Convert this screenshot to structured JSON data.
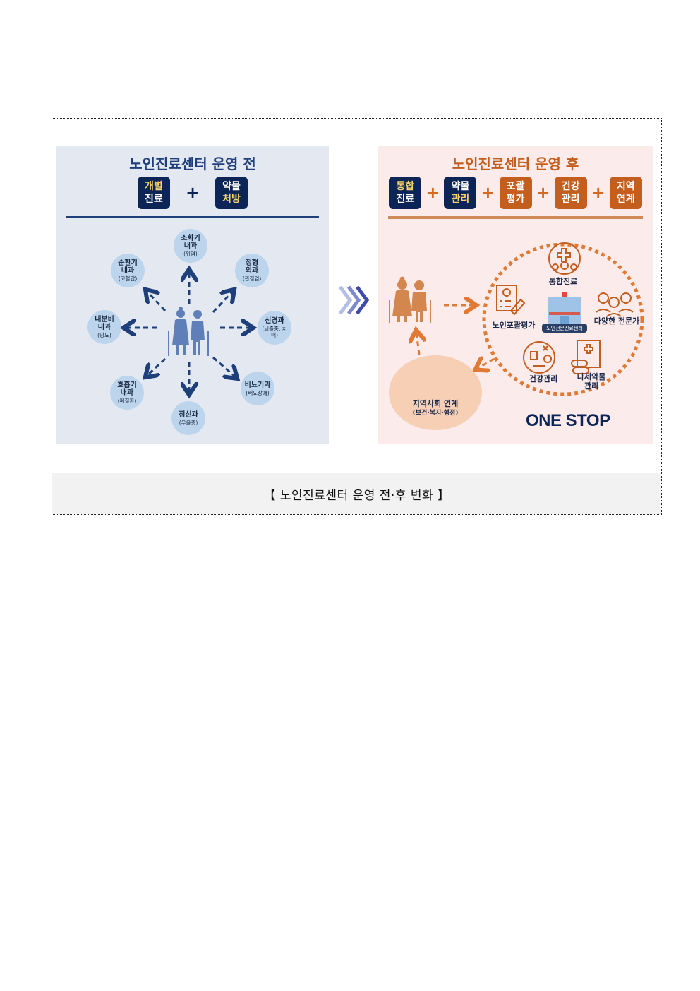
{
  "caption": "【 노인진료센터 운영 전·후 변화 】",
  "before": {
    "title": "노인진료센터 운영 전",
    "chips": [
      {
        "line1": "개별",
        "line2": "진료"
      },
      {
        "line1": "약물",
        "line2": "처방"
      }
    ],
    "plus": "+",
    "departments": [
      {
        "name": "소화기\n내과",
        "l1": "소화기",
        "l2": "내과",
        "sub": "(위염)"
      },
      {
        "name": "정형외과",
        "l1": "정형",
        "l2": "외과",
        "sub": "(관절염)"
      },
      {
        "name": "신경과",
        "l1": "신경과",
        "l2": "",
        "sub": "(뇌졸중, 치매)"
      },
      {
        "name": "비뇨기과",
        "l1": "비뇨기과",
        "l2": "",
        "sub": "(배뇨장애)"
      },
      {
        "name": "정신과",
        "l1": "정신과",
        "l2": "",
        "sub": "(우울증)"
      },
      {
        "name": "호흡기내과",
        "l1": "호흡기",
        "l2": "내과",
        "sub": "(폐질환)"
      },
      {
        "name": "내분비내과",
        "l1": "내분비",
        "l2": "내과",
        "sub": "(당뇨)"
      },
      {
        "name": "순환기내과",
        "l1": "순환기",
        "l2": "내과",
        "sub": "(고혈압)"
      }
    ],
    "colors": {
      "navy": "#0d2456",
      "title": "#1f3f7a",
      "bubble": "#bcd5ec",
      "figure": "#5f7fb8",
      "arrow": "#1f3f7a"
    }
  },
  "after": {
    "title": "노인진료센터 운영 후",
    "chips": [
      {
        "line1": "통합",
        "line2": "진료",
        "style": "navy"
      },
      {
        "line1": "약물",
        "line2": "관리",
        "style": "navy"
      },
      {
        "line1": "포괄",
        "line2": "평가",
        "style": "orange"
      },
      {
        "line1": "건강",
        "line2": "관리",
        "style": "orange"
      },
      {
        "line1": "지역",
        "line2": "연계",
        "style": "orange"
      }
    ],
    "plus": "+",
    "services": {
      "integrated_care": "통합진료",
      "geriatric_assessment": "노인포괄평가",
      "specialists": "다양한 전문가",
      "health_management": "건강관리",
      "polypharmacy": "다제약물\n관리",
      "polypharmacy_l1": "다제약물",
      "polypharmacy_l2": "관리",
      "hospital_badge": "노인전문진료센터"
    },
    "community": {
      "title": "지역사회 연계",
      "sub": "(보건·복지·행정)"
    },
    "one_stop": "ONE STOP",
    "colors": {
      "orange": "#c45e1f",
      "dotted_ring": "#e07a35",
      "figure": "#d4864f",
      "community_bg": "#f6cfb5"
    }
  }
}
